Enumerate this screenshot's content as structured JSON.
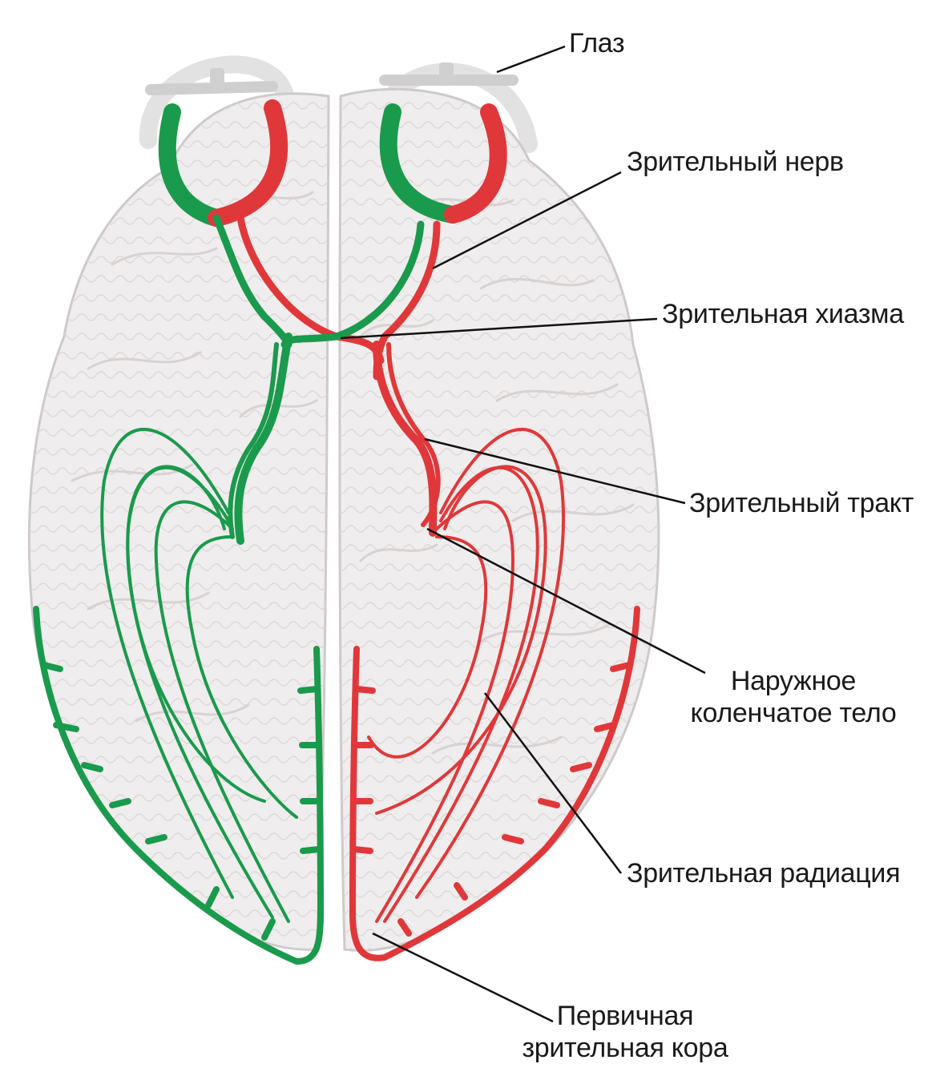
{
  "labels": {
    "eye": "Глаз",
    "optic_nerve": "Зрительный нерв",
    "optic_chiasm": "Зрительная хиазма",
    "optic_tract": "Зрительный тракт",
    "lgn_line1": "Наружное",
    "lgn_line2": "коленчатое тело",
    "optic_radiation": "Зрительная радиация",
    "v1_line1": "Первичная",
    "v1_line2": "зрительная кора"
  },
  "colors": {
    "left_pathway": "#1a9a4c",
    "right_pathway": "#e0383a",
    "brain_fill": "#efeded",
    "brain_stroke": "#cfcaca",
    "eye_shell": "#d3d3d3",
    "leader_line": "#111111"
  }
}
